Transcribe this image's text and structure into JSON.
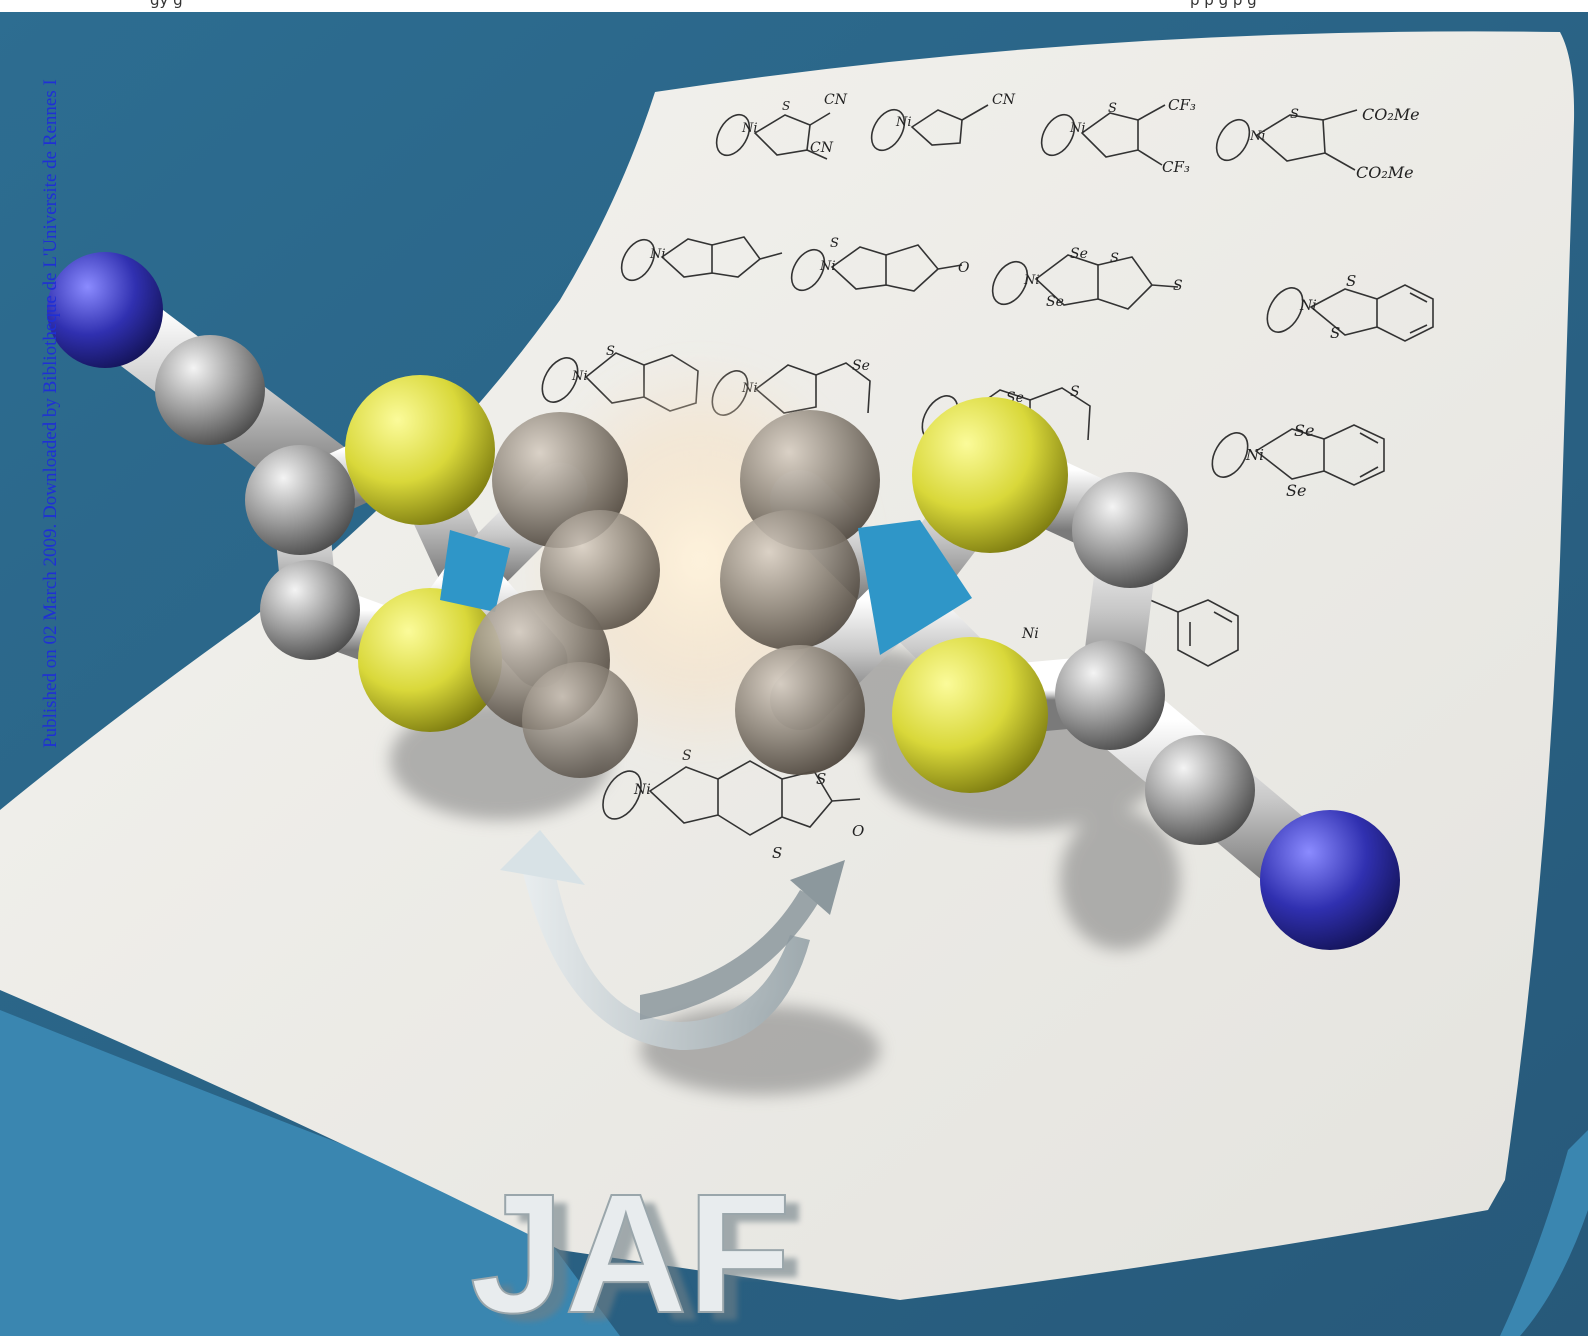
{
  "side_credit": {
    "text": "Published on 02 March 2009. Downloaded by Bibliotheque de L'Universite de Rennes I"
  },
  "top_strip": {
    "left_text": "gy   g",
    "right_text": "p       p g      p g"
  },
  "chem_labels": {
    "cn": "CN",
    "cf3": "CF₃",
    "co2me": "CO₂Me",
    "ni": "Ni",
    "s": "S",
    "se": "Se",
    "o": "O"
  },
  "logo": {
    "text": "JAF"
  },
  "colors": {
    "background": "#2f6b8e",
    "sheet": "#f1f0ec",
    "sulfur": "#d8d838",
    "carbon": "#8c8c8c",
    "nitrogen": "#2e2ea8",
    "nickel": "#2f96c8"
  }
}
